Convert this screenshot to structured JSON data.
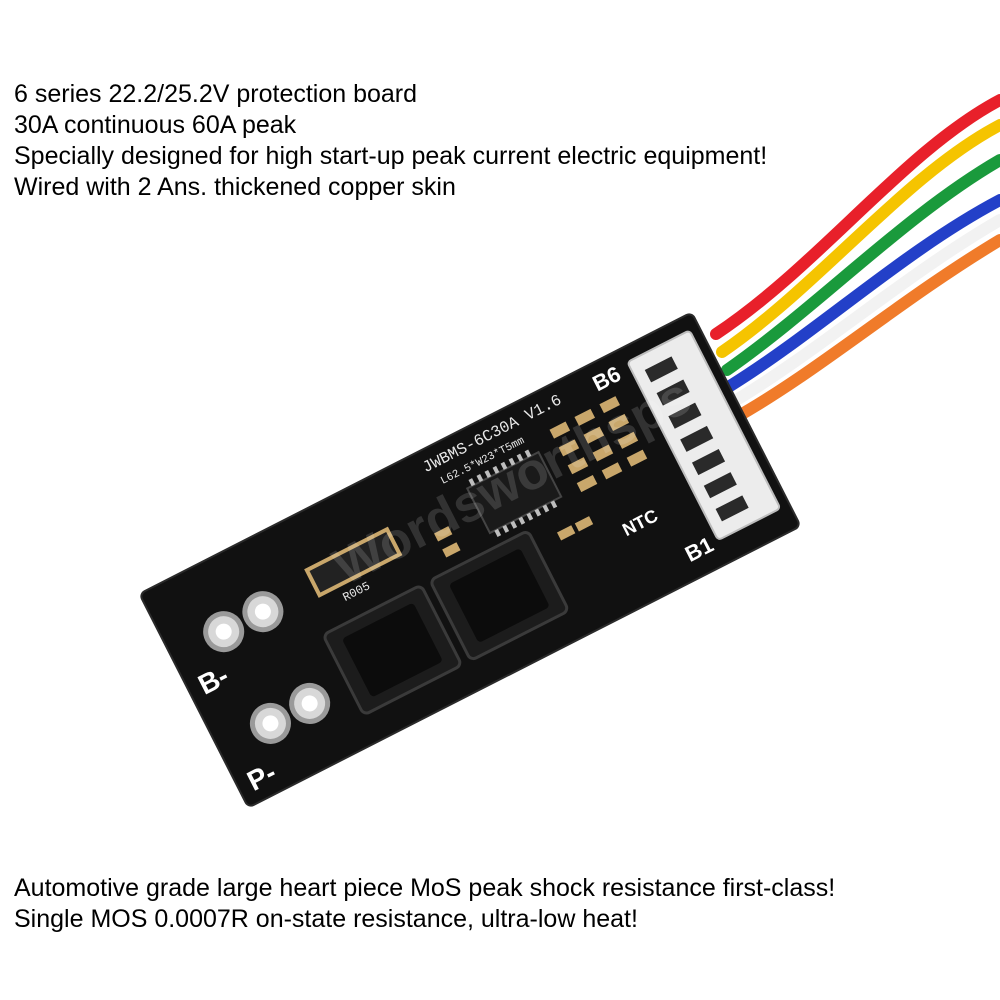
{
  "header_lines": [
    "6 series 22.2/25.2V protection board",
    "30A continuous 60A peak",
    "Specially designed for high start-up peak current electric equipment!",
    "Wired with 2 Ans. thickened copper skin"
  ],
  "footer_lines": [
    "Automotive grade large heart piece MoS peak shock resistance first-class!",
    "Single MOS 0.0007R on-state resistance, ultra-low heat!"
  ],
  "board": {
    "label_b_minus": "B-",
    "label_p_minus": "P-",
    "label_b1": "B1",
    "label_b6": "B6",
    "label_ntc": "NTC",
    "model_text": "JWBMS-6C30A V1.6",
    "dimension_text": "L62.5*W23*T5mm",
    "resistor_text": "R005",
    "watermark_text": "Wordsworthsps"
  },
  "colors": {
    "pcb": "#111111",
    "wire_red": "#e8202a",
    "wire_yellow": "#f5c400",
    "wire_green": "#1a9a3c",
    "wire_blue": "#2340c8",
    "wire_white": "#f2f2f2",
    "wire_orange": "#f07b2a",
    "connector": "#ececec",
    "pad": "#c9a76b"
  }
}
